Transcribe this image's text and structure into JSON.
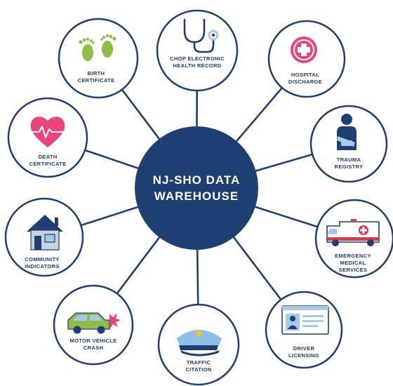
{
  "hub": {
    "lines": [
      "NJ-SHO DATA",
      "WAREHOUSE"
    ]
  },
  "colors": {
    "navy": "#1f3f73",
    "node_text": "#1f3a6b",
    "green": "#8dbf46",
    "pink": "#e9457b",
    "ambulance_red": "#d93a4a",
    "light_blue": "#a7c9e8"
  },
  "nodes": [
    {
      "id": "chop-ehr",
      "icon": "stethoscope-icon",
      "lines": [
        "CHOP ELECTRONIC",
        "HEALTH RECORD"
      ]
    },
    {
      "id": "hospital-discharge",
      "icon": "hospital-cross-icon",
      "lines": [
        "HOSPITAL",
        "DISCHARGE"
      ]
    },
    {
      "id": "trauma-registry",
      "icon": "injured-person-icon",
      "lines": [
        "TRAUMA",
        "REGISTRY"
      ]
    },
    {
      "id": "ems",
      "icon": "ambulance-icon",
      "lines": [
        "EMERGENCY",
        "MEDICAL",
        "SERVICES"
      ]
    },
    {
      "id": "driver-licensing",
      "icon": "id-card-icon",
      "lines": [
        "DRIVER",
        "LICENSING"
      ]
    },
    {
      "id": "traffic-citation",
      "icon": "police-cap-icon",
      "lines": [
        "TRAFFIC",
        "CITATION"
      ]
    },
    {
      "id": "motor-vehicle-crash",
      "icon": "car-crash-icon",
      "lines": [
        "MOTOR VEHICLE",
        "CRASH"
      ]
    },
    {
      "id": "community-indicators",
      "icon": "house-icon",
      "lines": [
        "COMMUNITY",
        "INDICATORS"
      ]
    },
    {
      "id": "death-certificate",
      "icon": "heart-pulse-icon",
      "lines": [
        "DEATH",
        "CERTIFICATE"
      ]
    },
    {
      "id": "birth-certificate",
      "icon": "footprints-icon",
      "lines": [
        "BIRTH",
        "CERTIFICATE"
      ]
    }
  ]
}
